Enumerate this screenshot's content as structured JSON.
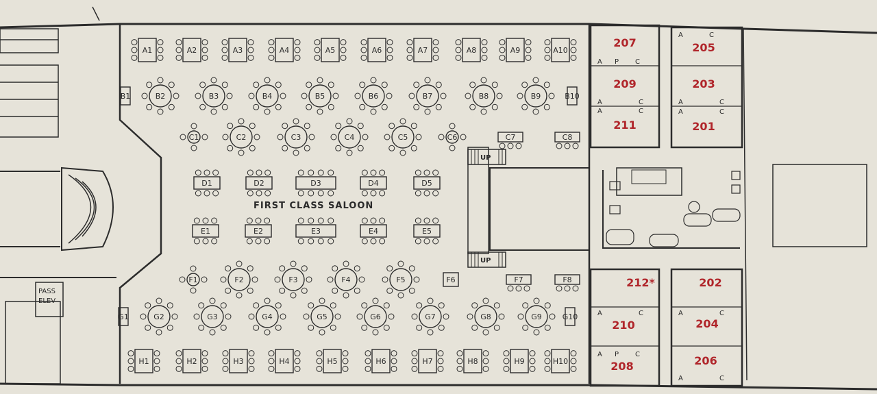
{
  "saloon_label": "FIRST CLASS SALOON",
  "stairs_up_label": "UP",
  "elevator_label": [
    "PASS",
    "ELEV"
  ],
  "berth_labels": [
    "A",
    "P",
    "C"
  ],
  "tables": {
    "A": [
      "A1",
      "A2",
      "A3",
      "A4",
      "A5",
      "A6",
      "A7",
      "A8",
      "A9",
      "A10"
    ],
    "B": [
      "B1",
      "B2",
      "B3",
      "B4",
      "B5",
      "B6",
      "B7",
      "B8",
      "B9",
      "B10"
    ],
    "C": [
      "C1",
      "C2",
      "C3",
      "C4",
      "C5",
      "C6",
      "C7",
      "C8"
    ],
    "D": [
      "D1",
      "D2",
      "D3",
      "D4",
      "D5"
    ],
    "E": [
      "E1",
      "E2",
      "E3",
      "E4",
      "E5"
    ],
    "F": [
      "F1",
      "F2",
      "F3",
      "F4",
      "F5",
      "F6",
      "F7",
      "F8"
    ],
    "G": [
      "G1",
      "G2",
      "G3",
      "G4",
      "G5",
      "G6",
      "G7",
      "G8",
      "G9",
      "G10"
    ],
    "H": [
      "H1",
      "H2",
      "H3",
      "H4",
      "H5",
      "H6",
      "H7",
      "H8",
      "H9",
      "H10"
    ]
  },
  "cabins": {
    "upper_left": [
      "207",
      "209",
      "211"
    ],
    "upper_right": [
      "205",
      "203",
      "201"
    ],
    "lower_left": [
      "212*",
      "210",
      "208"
    ],
    "lower_right": [
      "202",
      "204",
      "206"
    ]
  },
  "colors": {
    "paper": "#e6e3d9",
    "ink": "#2c2c2c",
    "cabin_number": "#b0252a"
  }
}
